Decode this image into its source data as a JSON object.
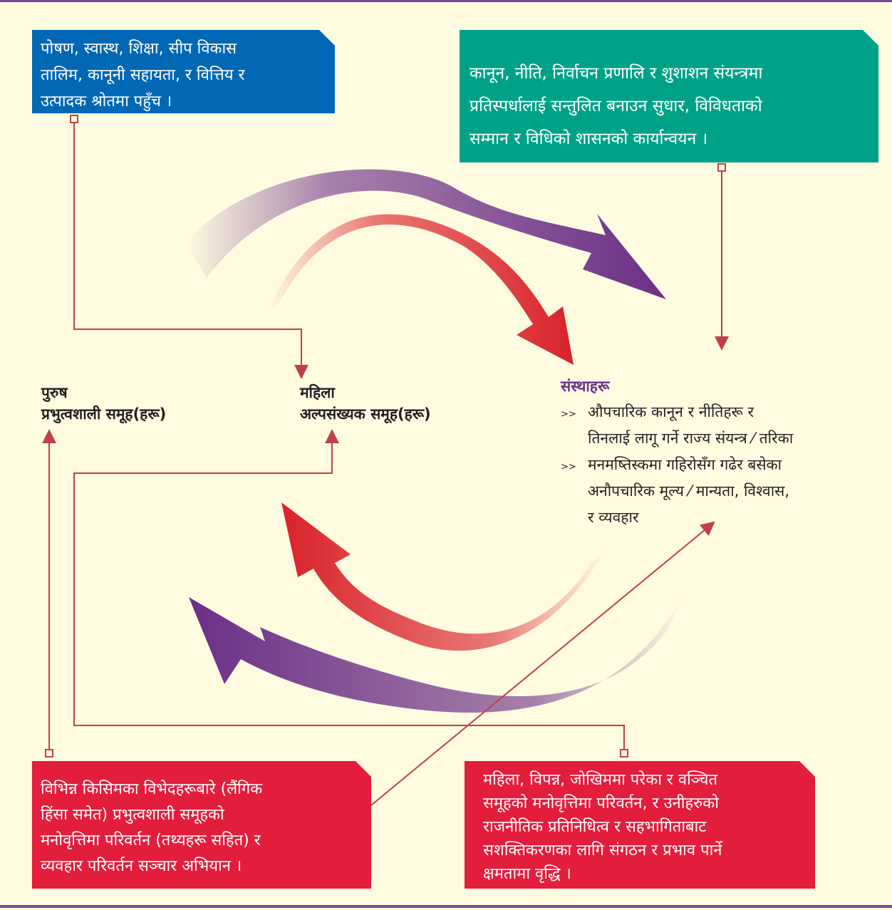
{
  "colors": {
    "background": "#fffbe1",
    "purple": "#6b2f86",
    "red": "#d9222a",
    "blue": "#0068b4",
    "teal": "#00a287",
    "box_red": "#e31d3c",
    "connector": "#c0404a"
  },
  "boxes": {
    "blue": {
      "lines": [
        "पोषण, स्वास्थ, शिक्षा, सीप विकास",
        "तालिम, कानूनी सहायता, र वित्तिय र",
        "उत्पादक श्रोतमा पहुँच ।"
      ]
    },
    "green": {
      "lines": [
        "कानून, नीति, निर्वाचन प्रणालि र शुशाशन संयन्त्रमा",
        "प्रतिस्पर्धालाई सन्तुलित बनाउन सुधार, विविधताको",
        "सम्मान र विधिको शासनको कार्यान्वयन ।"
      ]
    },
    "red_left": {
      "lines": [
        "विभिन्न किसिमका विभेदहरूबारे (लैंगिक",
        "हिंसा समेत) प्रभुत्वशाली समूहको",
        "मनोवृत्तिमा परिवर्तन (तथ्यहरू सहित) र",
        "व्यवहार परिवर्तन सञ्चार अभियान ।"
      ]
    },
    "red_right": {
      "lines": [
        "महिला, विपन्न, जोखिममा परेका र वञ्चित",
        "समूहको मनोवृत्तिमा परिवर्तन, र उनीहरुको",
        "राजनीतिक प्रतिनिधित्व र सहभागिताबाट",
        "सशक्तिकरणका लागि संगठन र प्रभाव पार्ने",
        "क्षमतामा वृद्धि ।"
      ]
    }
  },
  "labels": {
    "men": [
      "पुरुष",
      "प्रभुत्वशाली समूह(हरू)"
    ],
    "women": [
      "महिला",
      "अल्पसंख्यक समूह(हरू)"
    ]
  },
  "institutions": {
    "title": "संस्थाहरू",
    "bullet_mark": ">>",
    "items": [
      [
        "औपचारिक कानून र नीतिहरू र",
        "तिनलाई लागू गर्ने राज्य संयन्त्र ⁄ तरिका"
      ],
      [
        "मनमष्तिस्कमा गहिरोसँग गढेर बसेका",
        "अनौपचारिक मूल्य ⁄ मान्यता, विश्वास,",
        "र व्यवहार"
      ]
    ]
  }
}
